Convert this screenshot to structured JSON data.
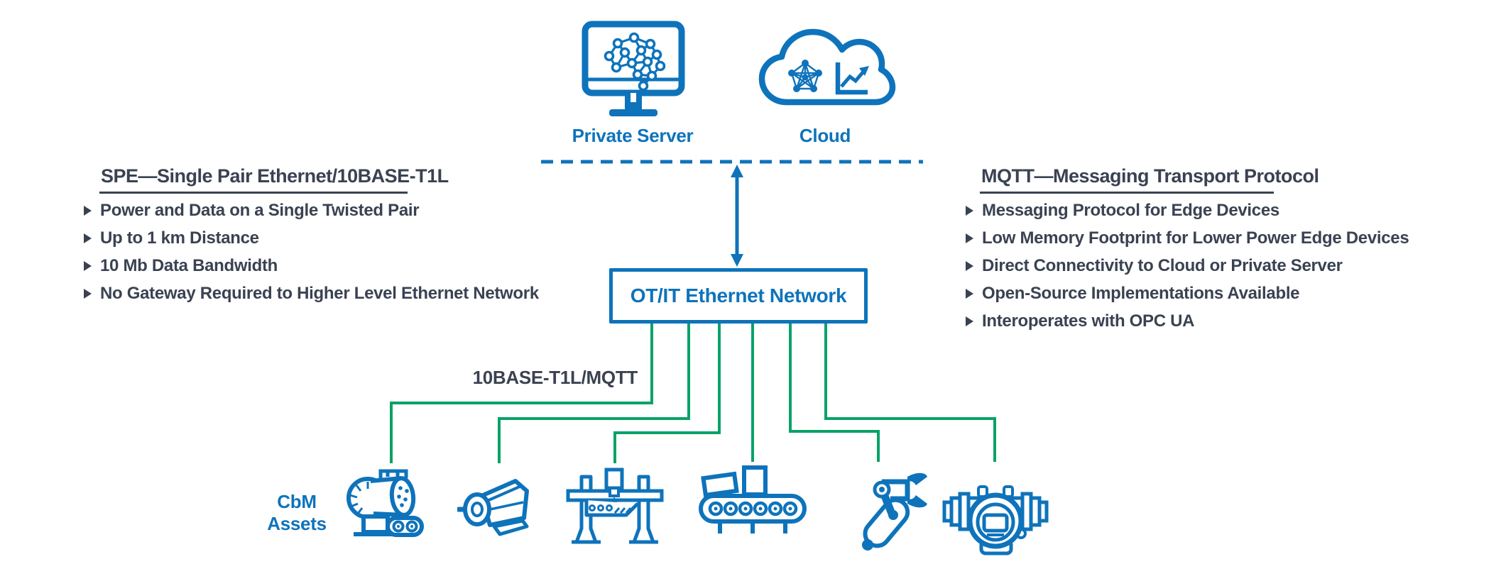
{
  "colors": {
    "blue": "#0E73BB",
    "green": "#0AA268",
    "navy": "#3A4252"
  },
  "top_nodes": {
    "private_server": {
      "label": "Private Server",
      "icon": "private-server-icon"
    },
    "cloud": {
      "label": "Cloud",
      "icon": "cloud-icon"
    }
  },
  "left_panel": {
    "heading": "SPE—Single Pair Ethernet/10BASE-T1L",
    "items": [
      "Power and Data on a Single Twisted Pair",
      "Up to 1 km Distance",
      "10 Mb Data Bandwidth",
      "No Gateway Required to Higher Level Ethernet Network"
    ]
  },
  "right_panel": {
    "heading": "MQTT—Messaging Transport Protocol",
    "items": [
      "Messaging Protocol for Edge Devices",
      "Low Memory Footprint for Lower Power Edge Devices",
      "Direct Connectivity to Cloud or Private Server",
      "Open-Source Implementations Available",
      "Interoperates with OPC UA"
    ]
  },
  "network_box": {
    "label": "OT/IT Ethernet Network"
  },
  "link_label": "10BASE-T1L/MQTT",
  "assets_group": {
    "label_line1": "CbM",
    "label_line2": "Assets",
    "items": [
      {
        "name": "blower",
        "icon": "blower-icon"
      },
      {
        "name": "motor",
        "icon": "motor-icon"
      },
      {
        "name": "cnc-machine",
        "icon": "cnc-machine-icon"
      },
      {
        "name": "conveyor",
        "icon": "conveyor-icon"
      },
      {
        "name": "robot-arm",
        "icon": "robot-arm-icon"
      },
      {
        "name": "transmitter",
        "icon": "transmitter-icon"
      }
    ]
  }
}
